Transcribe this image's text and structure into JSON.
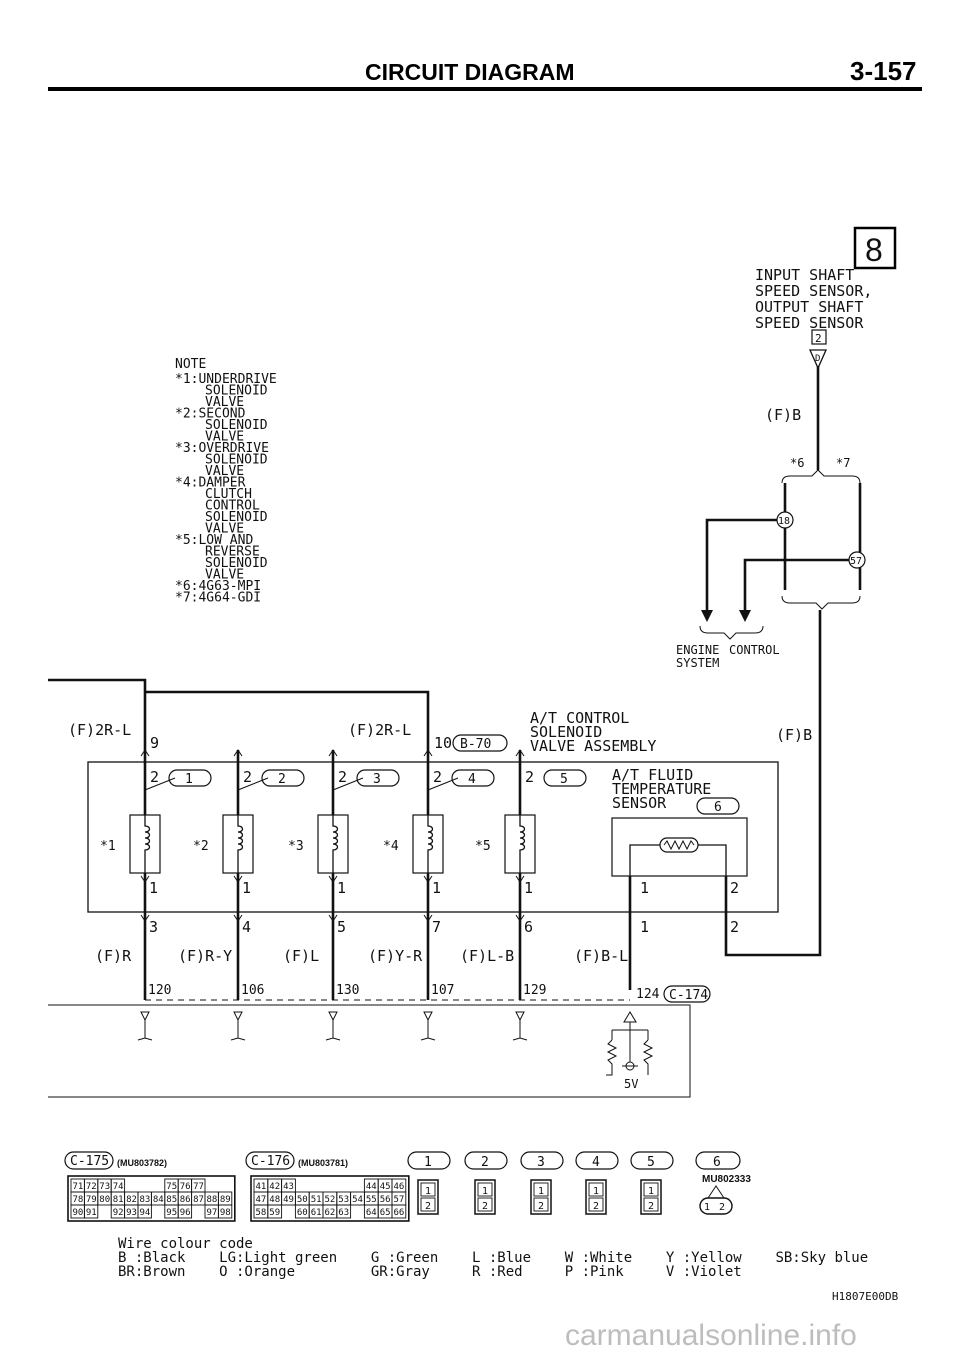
{
  "header": {
    "title": "CIRCUIT DIAGRAM",
    "page_number": "3-157"
  },
  "section_badge": "8",
  "sensor_label": [
    "INPUT SHAFT",
    "SPEED SENSOR,",
    "OUTPUT SHAFT",
    "SPEED SENSOR"
  ],
  "sensor_connector": "2",
  "sensor_pin": "D",
  "note": {
    "title": "NOTE",
    "lines": [
      "*1:UNDERDRIVE",
      "SOLENOID",
      "VALVE",
      "*2:SECOND",
      "SOLENOID",
      "VALVE",
      "*3:OVERDRIVE",
      "SOLENOID",
      "VALVE",
      "*4:DAMPER",
      "CLUTCH",
      "CONTROL",
      "SOLENOID",
      "VALVE",
      "*5:LOW AND",
      "REVERSE",
      "SOLENOID",
      "VALVE",
      "*6:4G63-MPI",
      "*7:4G64-GDI"
    ]
  },
  "upper": {
    "wire_fb": "(F)B",
    "variant_6": "*6",
    "variant_7": "*7",
    "conn_18": "18",
    "conn_57": "57",
    "ecs_line1": "ENGINE",
    "ecs_line2": "CONTROL",
    "ecs_line3": "SYSTEM"
  },
  "valve_assembly": {
    "wire_left_1": "(F)2R-L",
    "pin_left_1": "9",
    "wire_left_2": "(F)2R-L",
    "pin_left_2": "10",
    "connector": "B-70",
    "title": [
      "A/T CONTROL",
      "SOLENOID",
      "VALVE ASSEMBLY"
    ],
    "wire_right": "(F)B",
    "temp_sensor": [
      "A/T FLUID",
      "TEMPERATURE",
      "SENSOR"
    ]
  },
  "solenoids": [
    {
      "mark": "*1",
      "conn": "1",
      "top_pin": "2",
      "bottom_pin": "1",
      "out_pin": "3",
      "wire": "(F)R",
      "num": "120"
    },
    {
      "mark": "*2",
      "conn": "2",
      "top_pin": "2",
      "bottom_pin": "1",
      "out_pin": "4",
      "wire": "(F)R-Y",
      "num": "106"
    },
    {
      "mark": "*3",
      "conn": "3",
      "top_pin": "2",
      "bottom_pin": "1",
      "out_pin": "5",
      "wire": "(F)L",
      "num": "130"
    },
    {
      "mark": "*4",
      "conn": "4",
      "top_pin": "2",
      "bottom_pin": "1",
      "out_pin": "7",
      "wire": "(F)Y-R",
      "num": "107"
    },
    {
      "mark": "*5",
      "conn": "5",
      "top_pin": "2",
      "bottom_pin": "1",
      "out_pin": "6",
      "wire": "(F)L-B",
      "num": "129"
    }
  ],
  "sensor6": {
    "conn": "6",
    "pin_a": "1",
    "pin_b": "2",
    "out_a": "1",
    "out_b": "2",
    "wire": "(F)B-L",
    "num": "124",
    "ecu_connector": "C-174",
    "voltage": "5V"
  },
  "connectors": {
    "c175": {
      "name": "C-175",
      "part": "(MU803782)",
      "rows": [
        [
          "71",
          "72",
          "73",
          "74",
          "",
          "",
          "",
          "75",
          "76",
          "77"
        ],
        [
          "78",
          "79",
          "80",
          "81",
          "82",
          "83",
          "84",
          "85",
          "86",
          "87",
          "88",
          "89"
        ],
        [
          "90",
          "91",
          "",
          "92",
          "93",
          "94",
          "",
          "95",
          "96",
          "",
          "97",
          "98"
        ]
      ]
    },
    "c176": {
      "name": "C-176",
      "part": "(MU803781)",
      "rows": [
        [
          "41",
          "42",
          "43",
          "",
          "",
          "",
          "",
          "",
          "44",
          "45",
          "46"
        ],
        [
          "47",
          "48",
          "49",
          "50",
          "51",
          "52",
          "53",
          "54",
          "55",
          "56",
          "57"
        ],
        [
          "58",
          "59",
          "",
          "60",
          "61",
          "62",
          "63",
          "",
          "64",
          "65",
          "66"
        ]
      ]
    },
    "small": [
      "1",
      "2",
      "3",
      "4",
      "5"
    ],
    "small_pins": [
      "1",
      "2"
    ],
    "c6": {
      "name": "6",
      "part": "MU802333",
      "pins": [
        "1",
        "2"
      ]
    }
  },
  "wire_colour": {
    "title": "Wire colour code",
    "row1": "B :Black    LG:Light green    G :Green    L :Blue    W :White    Y :Yellow    SB:Sky blue",
    "row2": "BR:Brown    O :Orange         GR:Gray     R :Red     P :Pink     V :Violet"
  },
  "doc_code": "H1807E00DB",
  "watermark": "carmanualsonline.info"
}
